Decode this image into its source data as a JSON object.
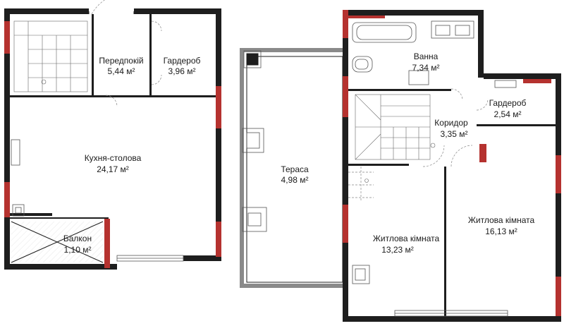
{
  "rooms": {
    "hall": {
      "name": "Передпокій",
      "area": "5,44 м²"
    },
    "wardrobe1": {
      "name": "Гардероб",
      "area": "3,96 м²"
    },
    "kitchen": {
      "name": "Кухня-столова",
      "area": "24,17 м²"
    },
    "balcony": {
      "name": "Балкон",
      "area": "1,10 м²"
    },
    "terrace": {
      "name": "Тераса",
      "area": "4,98 м²"
    },
    "bath": {
      "name": "Ванна",
      "area": "7,34 м²"
    },
    "corridor": {
      "name": "Коридор",
      "area": "3,35 м²"
    },
    "wardrobe2": {
      "name": "Гардероб",
      "area": "2,54 м²"
    },
    "living1": {
      "name": "Житлова кімната",
      "area": "13,23 м²"
    },
    "living2": {
      "name": "Житлова кімната",
      "area": "16,13 м²"
    }
  },
  "colors": {
    "wall": "#1e1e1e",
    "accent_wall": "#b5322f"
  }
}
